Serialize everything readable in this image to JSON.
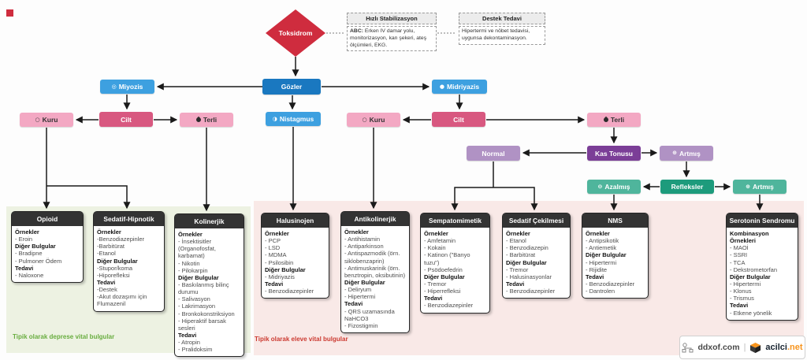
{
  "flow": {
    "root": "Toksidrom",
    "info1": {
      "title": "Hızlı Stabilizasyon",
      "lead": "ABC:",
      "body": " Erken IV damar yolu, monitorizasyon, kan şekeri, ateş ölçümleri, EKG."
    },
    "info2": {
      "title": "Destek Tedavi",
      "body": "Hipertermi ve nöbet tedavisi, uygunsa dekontaminasyon."
    },
    "nodes": {
      "gozler": {
        "label": "Gözler"
      },
      "miyozis": {
        "label": "Miyozis",
        "icon": "◎"
      },
      "midriyazis": {
        "label": "Midriyazis",
        "icon": "●"
      },
      "nistagmus": {
        "label": "Nistagmus",
        "icon": "◑"
      },
      "kuru_left": {
        "label": "Kuru",
        "icon": "○"
      },
      "cilt_left": {
        "label": "Cilt"
      },
      "terli_left": {
        "label": "Terli"
      },
      "kuru_mid": {
        "label": "Kuru",
        "icon": "○"
      },
      "cilt_right": {
        "label": "Cilt"
      },
      "terli_right": {
        "label": "Terli"
      },
      "normal": {
        "label": "Normal"
      },
      "kas_tonusu": {
        "label": "Kas Tonusu"
      },
      "artmis_top": {
        "label": "Artmış",
        "icon": "⊕"
      },
      "azalmis": {
        "label": "Azalmış",
        "icon": "⊖"
      },
      "refleksler": {
        "label": "Refleksler"
      },
      "artmis_right": {
        "label": "Artmış",
        "icon": "⊕"
      }
    }
  },
  "categories": [
    {
      "title": "Opioid",
      "sections": [
        {
          "heading": "Örnekler",
          "items": [
            "- Eroin"
          ]
        },
        {
          "heading": "Diğer Bulgular",
          "items": [
            "- Bradipne",
            "- Pulmoner Ödem"
          ]
        },
        {
          "heading": "Tedavi",
          "items": [
            "- Naloxone"
          ]
        }
      ]
    },
    {
      "title": "Sedatif-Hipnotik",
      "sections": [
        {
          "heading": "Örnekler",
          "items": [
            "-Benzodiazepinler",
            "-Barbitürat",
            "-Etanol"
          ]
        },
        {
          "heading": "Diğer Bulgular",
          "items": [
            "-Stupor/koma",
            "-Hiporefleksi"
          ]
        },
        {
          "heading": "Tedavi",
          "items": [
            "-Destek",
            "-Akut dozaşımı için Flumazenil"
          ]
        }
      ]
    },
    {
      "title": "Kolinerjik",
      "sections": [
        {
          "heading": "Örnekler",
          "items": [
            "- İnsektisitler (Organofosfat, karbamat)",
            "- Nikotin",
            "- Pilokarpin"
          ]
        },
        {
          "heading": "Diğer Bulgular",
          "items": [
            "- Baskılanmış bilinç durumu",
            "- Salivasyon",
            "- Lakrimasyon",
            "- Bronkokonstriksiyon",
            "- Hiperaktif barsak sesleri"
          ]
        },
        {
          "heading": "Tedavi",
          "items": [
            "- Atropin",
            "- Pralidoksim"
          ]
        }
      ]
    },
    {
      "title": "Halusinojen",
      "sections": [
        {
          "heading": "Örnekler",
          "items": [
            "- PCP",
            "- LSD",
            "- MDMA",
            "- Psilosibin"
          ]
        },
        {
          "heading": "Diğer Bulgular",
          "items": [
            "- Midriyazis"
          ]
        },
        {
          "heading": "Tedavi",
          "items": [
            "- Benzodiazepinler"
          ]
        }
      ]
    },
    {
      "title": "Antikolinerjik",
      "sections": [
        {
          "heading": "Örnekler",
          "items": [
            "- Antihistamin",
            "- Antiparkinson",
            "- Antispazmodik (örn. siklobenzaprin)",
            "- Antimuskarinik (örn. benztropin, oksibutinin)"
          ]
        },
        {
          "heading": "Diğer Bulgular",
          "items": [
            "- Deliryum",
            "- Hipertermi"
          ]
        },
        {
          "heading": "Tedavi",
          "items": [
            "- QRS uzamasında NaHCO3",
            "- Fizostigmin"
          ]
        }
      ]
    },
    {
      "title": "Sempatomimetik",
      "sections": [
        {
          "heading": "Örnekler",
          "items": [
            "- Amfetamin",
            "- Kokain",
            "- Katinon (\"Banyo tuzu\")",
            "- Psödoefedrin"
          ]
        },
        {
          "heading": "Diğer Bulgular",
          "items": [
            "- Tremor",
            "- Hiperrefleksi"
          ]
        },
        {
          "heading": "Tedavi",
          "items": [
            "- Benzodiazepinler"
          ]
        }
      ]
    },
    {
      "title": "Sedatif Çekilmesi",
      "sections": [
        {
          "heading": "Örnekler",
          "items": [
            "- Etanol",
            "- Benzodiazepin",
            "- Barbitürat"
          ]
        },
        {
          "heading": "Diğer Bulgular",
          "items": [
            "- Tremor",
            "- Halusinasyonlar"
          ]
        },
        {
          "heading": "Tedavi",
          "items": [
            "- Benzodiazepinler"
          ]
        }
      ]
    },
    {
      "title": "NMS",
      "sections": [
        {
          "heading": "Örnekler",
          "items": [
            "- Antipsikotik",
            "- Antiemetik"
          ]
        },
        {
          "heading": "Diğer Bulgular",
          "items": [
            "- Hipertermi",
            "- Rijidite"
          ]
        },
        {
          "heading": "Tedavi",
          "items": [
            "- Benzodiazepinler",
            "- Dantrolen"
          ]
        }
      ]
    },
    {
      "title": "Serotonin Sendromu",
      "sections": [
        {
          "heading": "Kombinasyon Örnekleri",
          "items": [
            "- MAOİ",
            "- SSRI",
            "- TCA",
            "- Dekstrometorfan"
          ]
        },
        {
          "heading": "Diğer Bulgular",
          "items": [
            "- Hipertermi",
            "- Klonus",
            "- Trismus"
          ]
        },
        {
          "heading": "Tedavi",
          "items": [
            "- Etkene yönelik"
          ]
        }
      ]
    }
  ],
  "footers": {
    "depressed": "Tipik olarak deprese vital bulgular",
    "elevated": "Tipik olarak eleve vital bulgular"
  },
  "branding": {
    "site1": "ddxof.com",
    "separator": "|",
    "site2_name": "acilci",
    "site2_tld": ".net"
  },
  "colors": {
    "diamond_red": "#cf2c3e",
    "blue_dark": "#1a78c0",
    "blue_light": "#3da0e0",
    "pink_light": "#f3a8c3",
    "pink_dark": "#d85880",
    "purple_light": "#b092c4",
    "purple_dark": "#7b3e97",
    "teal_light": "#4fb59c",
    "teal_dark": "#1d9b7c",
    "bg_green": "#edf2e2",
    "bg_pink": "#f9e9e7",
    "text_green": "#68ad3f",
    "text_red": "#cc3a31",
    "header_dark": "#333333",
    "brand_orange": "#f7941d"
  }
}
